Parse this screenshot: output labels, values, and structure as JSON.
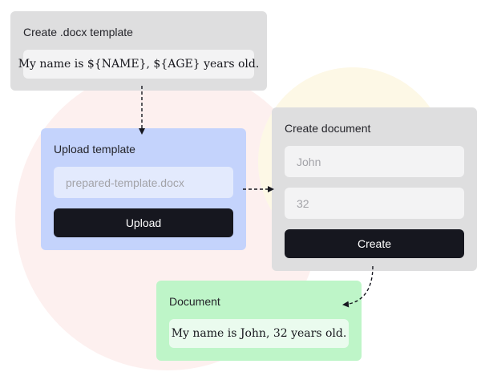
{
  "template_card": {
    "title": "Create .docx template",
    "template_text": "My name is ${NAME}, ${AGE} years old."
  },
  "upload_card": {
    "title": "Upload template",
    "file_name": "prepared-template.docx",
    "button_label": "Upload"
  },
  "create_card": {
    "title": "Create document",
    "name_value": "John",
    "age_value": "32",
    "button_label": "Create"
  },
  "document_card": {
    "title": "Document",
    "result_text": "My name is John, 32 years old."
  },
  "colors": {
    "gray_card": "#dededf",
    "blue_card": "#c4d3fc",
    "green_card": "#bef5c8",
    "button": "#16171f",
    "blob_pink": "#fdf0ef",
    "blob_yellow": "#fdf8e6"
  }
}
